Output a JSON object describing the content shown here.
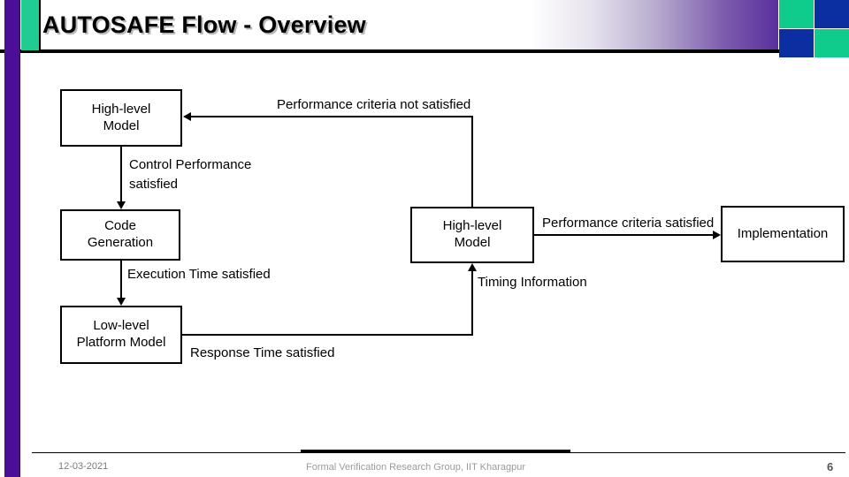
{
  "slide": {
    "title": "AUTOSAFE Flow - Overview",
    "page_number": "6"
  },
  "theme": {
    "accent_purple": "#4b0f97",
    "accent_green": "#10cc8c",
    "accent_blue": "#0b2ea0",
    "line_color": "#000000",
    "background": "#ffffff"
  },
  "diagram": {
    "type": "flowchart",
    "nodes": [
      {
        "id": "high-level-model-left",
        "label": "High-level\nModel",
        "line1": "High-level",
        "line2": "Model"
      },
      {
        "id": "code-generation",
        "label": "Code\nGeneration",
        "line1": "Code",
        "line2": "Generation"
      },
      {
        "id": "low-level-platform-model",
        "label": "Low-level\nPlatform Model",
        "line1": "Low-level",
        "line2": "Platform Model"
      },
      {
        "id": "high-level-model-right",
        "label": "High-level\nModel",
        "line1": "High-level",
        "line2": "Model"
      },
      {
        "id": "implementation",
        "label": "Implementation",
        "line1": "Implementation",
        "line2": ""
      }
    ],
    "edge_labels": [
      {
        "id": "perf-not-satisfied",
        "text": "Performance criteria not satisfied"
      },
      {
        "id": "control-perf-satisfied-1",
        "text": "Control Performance"
      },
      {
        "id": "control-perf-satisfied-2",
        "text": "satisfied"
      },
      {
        "id": "execution-time-satisfied",
        "text": "Execution Time satisfied"
      },
      {
        "id": "response-time-satisfied",
        "text": "Response Time satisfied"
      },
      {
        "id": "timing-information",
        "text": "Timing Information"
      },
      {
        "id": "perf-criteria-satisfied",
        "text": "Performance criteria satisfied"
      }
    ]
  },
  "footer": {
    "date": "12-03-2021",
    "center": "Formal Verification Research Group, IIT Kharagpur",
    "page": "6"
  }
}
